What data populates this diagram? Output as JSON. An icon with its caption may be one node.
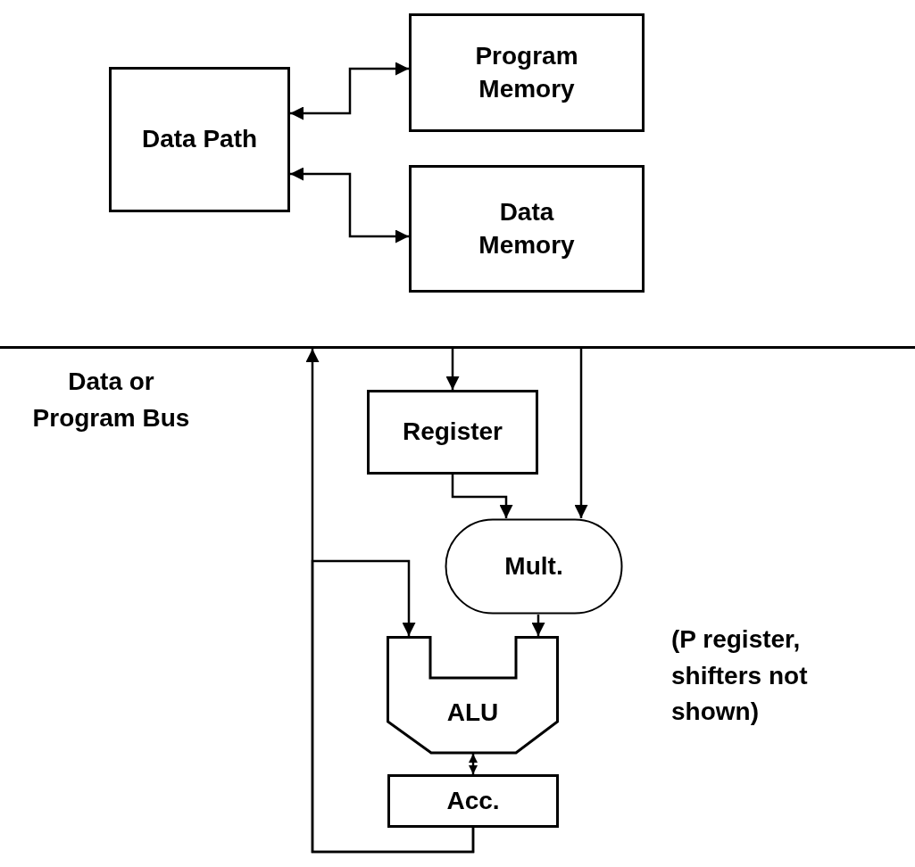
{
  "diagram": {
    "nodes": [
      {
        "text": [
          "Data Path"
        ]
      },
      {
        "text": [
          "Program Memory"
        ]
      },
      {
        "text": [
          "Data Memory"
        ]
      },
      {
        "text": [],
        "shape": "bar",
        "beside": [
          "Data or Program Bus"
        ]
      },
      {
        "text": [
          "Register"
        ]
      },
      {
        "text": [
          "Mult."
        ]
      },
      {
        "text": [
          "ALU"
        ]
      },
      {
        "text": [
          "Acc."
        ]
      }
    ],
    "edges": [
      {
        "from": 0,
        "to": 1,
        "arrow": "both"
      },
      {
        "from": 0,
        "to": 2,
        "arrow": "both"
      },
      {
        "from": 3,
        "to": 4,
        "arrow": "to"
      },
      {
        "from": 3,
        "to": 5,
        "arrow": "to"
      },
      {
        "from": 4,
        "to": 5,
        "arrow": "to"
      },
      {
        "from": 5,
        "to": 6,
        "arrow": "to"
      },
      {
        "from": 6,
        "to": 7,
        "arrow": "both"
      },
      {
        "from": 7,
        "to": 6,
        "arrow": "to"
      },
      {
        "from": 7,
        "to": 3,
        "arrow": "to"
      }
    ],
    "labels": [
      "(P register, shifters not shown)"
    ]
  }
}
